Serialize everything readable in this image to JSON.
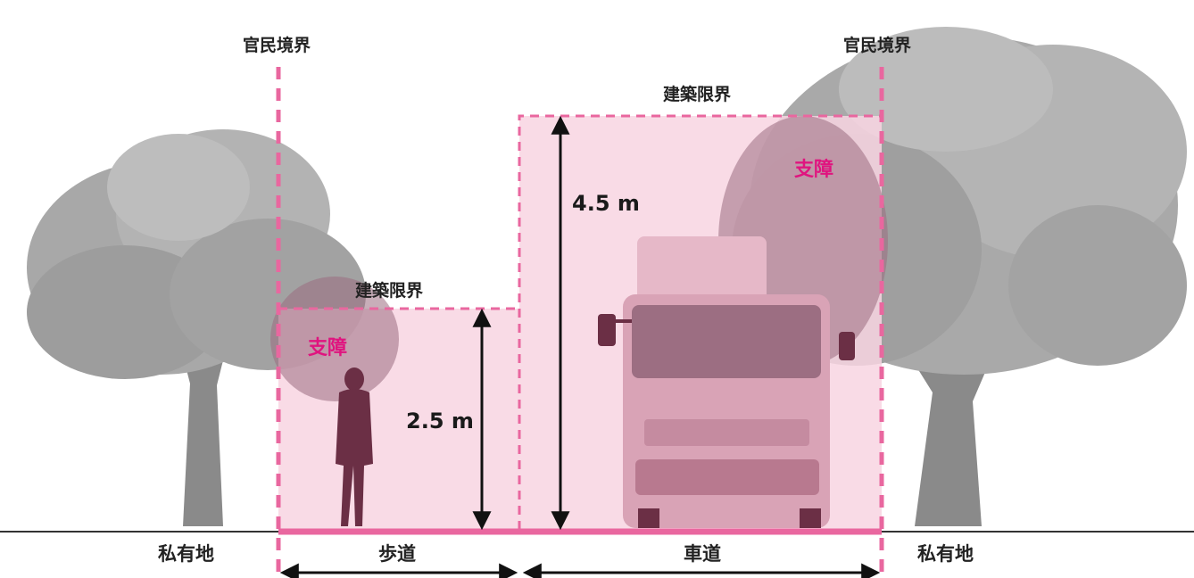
{
  "labels": {
    "boundary_left": "官民境界",
    "boundary_right": "官民境界",
    "clearance_sidewalk": "建築限界",
    "clearance_roadway": "建築限界",
    "height_sidewalk": "2.5 m",
    "height_roadway": "4.5 m",
    "obstruction_sidewalk": "支障",
    "obstruction_roadway": "支障",
    "private_left": "私有地",
    "private_right": "私有地",
    "sidewalk": "歩道",
    "roadway": "車道"
  },
  "colors": {
    "boundary_pink": "#e9679f",
    "zone_fill": "#f8d5e2",
    "obstruction_text": "#e0147f",
    "tree_gray": "#9a9a9a",
    "person_dark": "#6b2f45",
    "ground_line": "#333333"
  },
  "icons": [
    "tree",
    "person",
    "truck",
    "double-arrow"
  ]
}
